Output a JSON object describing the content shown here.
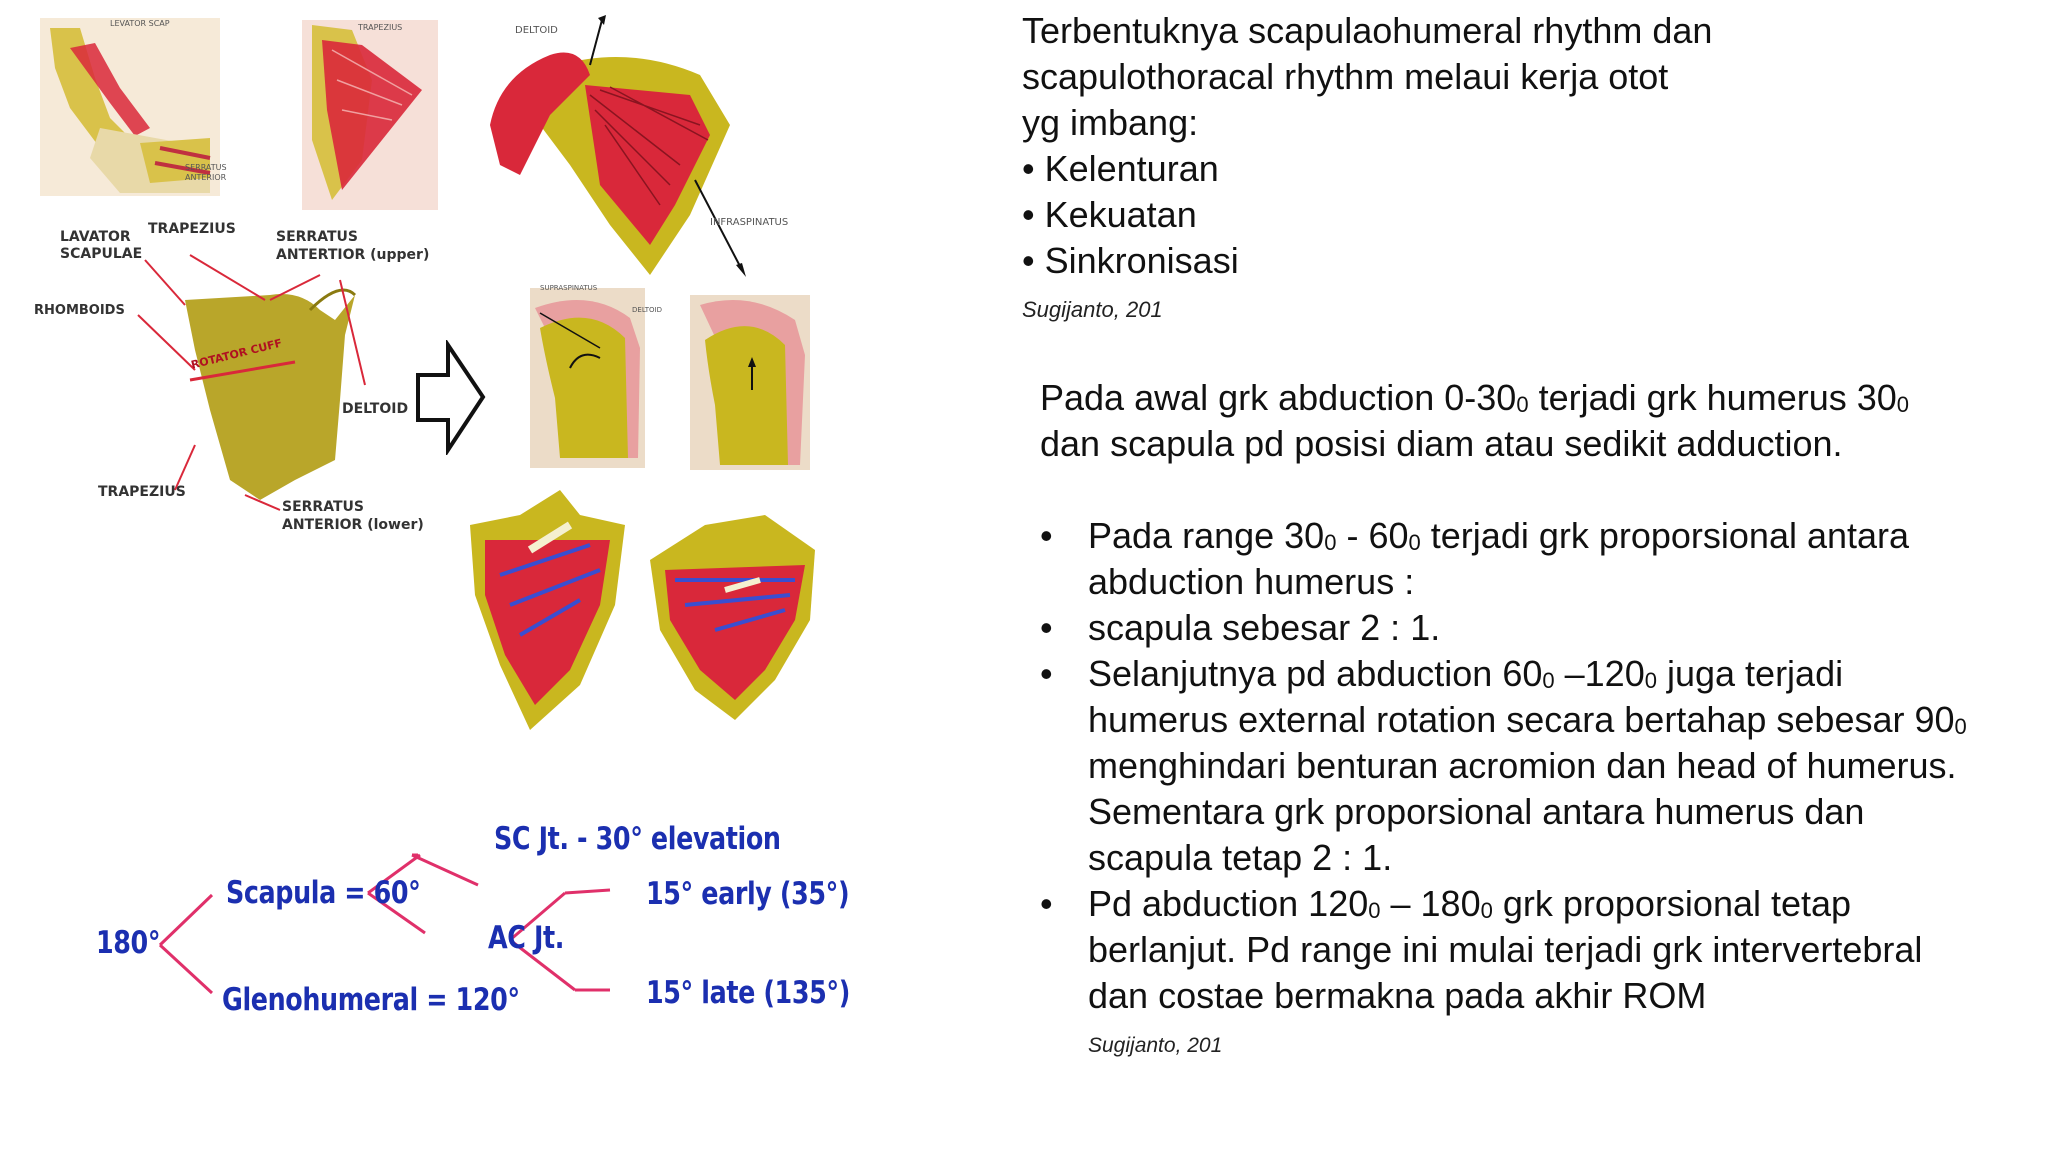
{
  "figure": {
    "labels": {
      "levator_scap_small": "LEVATOR SCAP",
      "trapezius_small": "TRAPEZIUS",
      "serratus_anterior_small_1": "SERRATUS",
      "serratus_anterior_small_2": "ANTERIOR",
      "deltoid_top": "DELTOID",
      "infraspinatus": "INFRASPINATUS",
      "lavator_1": "LAVATOR",
      "lavator_2": "SCAPULAE",
      "trapezius_upper": "TRAPEZIUS",
      "serratus_upper_1": "SERRATUS",
      "serratus_upper_2": "ANTERTIOR (upper)",
      "rhomboids": "RHOMBOIDS",
      "rotator_cuff": "ROTATOR CUFF",
      "deltoid_mid": "DELTOID",
      "trapezius_lower": "TRAPEZIUS",
      "serratus_lower_1": "SERRATUS",
      "serratus_lower_2": "ANTERIOR (lower)",
      "supraspinatus_small": "SUPRASPINATUS",
      "deltoid_small": "DELTOID"
    },
    "tree": {
      "root": "180°",
      "scapula": "Scapula = 60°",
      "glenohumeral": "Glenohumeral = 120°",
      "sc": "SC Jt. - 30° elevation",
      "ac": "AC Jt.",
      "early": "15° early (35°)",
      "late": "15° late (135°)"
    },
    "colors": {
      "muscle": "#d9283a",
      "bone": "#c9b71f",
      "tree_text": "#1b2fb0",
      "tree_lines": "#e0306a"
    }
  },
  "section1": {
    "line1": "Terbentuknya scapulaohumeral rhythm dan",
    "line2": "scapulothoracal rhythm melaui kerja otot",
    "line3": "yg imbang:",
    "bullets": [
      "• Kelenturan",
      "• Kekuatan",
      "• Sinkronisasi"
    ],
    "citation": "Sugijanto, 201"
  },
  "section2": {
    "intro_a": "Pada awal grk abduction 0-30",
    "intro_b": "terjadi grk humerus 30",
    "intro_c": "dan scapula pd posisi diam atau sedikit adduction.",
    "degree_sub": "0",
    "bullet_char": "•",
    "b1_a": "Pada range 30",
    "b1_b": "- 60",
    "b1_c": "terjadi grk proporsional antara",
    "b1_d": "abduction humerus :",
    "b2": "scapula sebesar 2 : 1.",
    "b3_a": "Selanjutnya pd abduction 60",
    "b3_b": "–120",
    "b3_c": "juga terjadi",
    "b3_d": "humerus external rotation secara bertahap sebesar 90",
    "b3_e": "menghindari benturan acromion dan head of humerus.",
    "b3_f": "Sementara grk proporsional antara humerus dan",
    "b3_g": "scapula tetap 2 : 1.",
    "b4_a": "Pd abduction 120",
    "b4_b": "– 180",
    "b4_c": "grk proporsional tetap",
    "b4_d": "berlanjut. Pd range ini mulai terjadi grk intervertebral",
    "b4_e": "dan costae bermakna pada akhir ROM",
    "citation": "Sugijanto, 201"
  }
}
